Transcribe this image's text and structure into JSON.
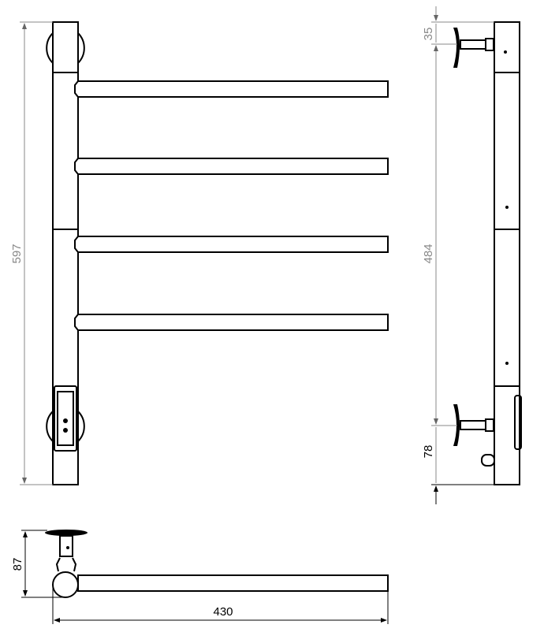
{
  "title": "Towel rail technical drawing",
  "views": {
    "front": {
      "height_dim": "597"
    },
    "side": {
      "top_offset_dim": "35",
      "mount_spacing_dim": "484",
      "bottom_offset_dim": "78"
    },
    "top": {
      "depth_dim": "87",
      "width_dim": "430"
    }
  },
  "colors": {
    "line": "#000000",
    "dimension": "#8a8a8a"
  }
}
